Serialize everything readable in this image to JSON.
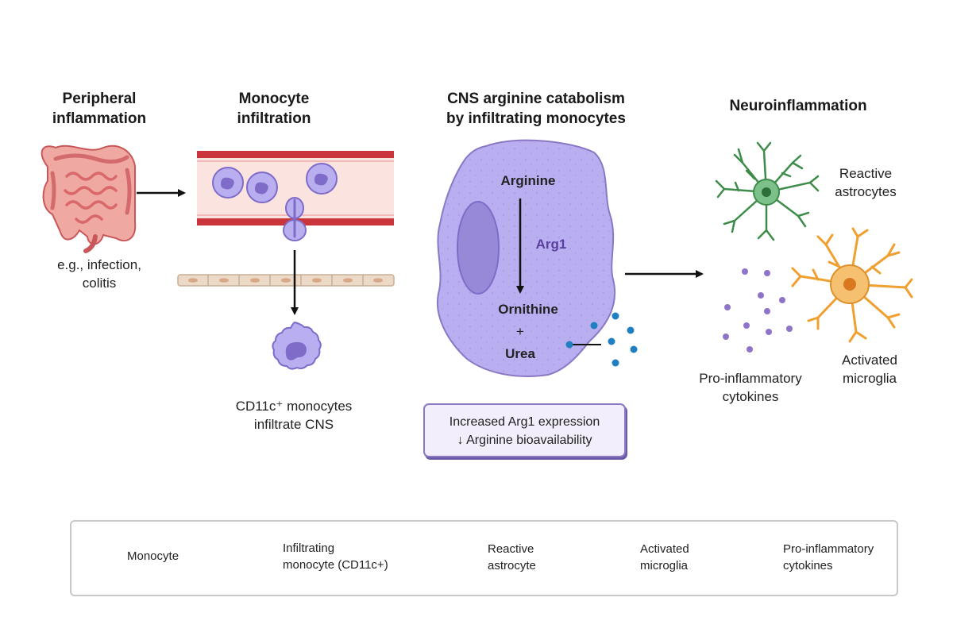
{
  "panels": {
    "peripheral": {
      "title_line1": "Peripheral",
      "title_line2": "inflammation",
      "caption_line1": "e.g., infection,",
      "caption_line2": "colitis"
    },
    "infiltration": {
      "title_line1": "Monocyte",
      "title_line2": "infiltration",
      "caption_line1": "CD11c⁺ monocytes",
      "caption_line2": "infiltrate CNS"
    },
    "catabolism": {
      "title_line1": "CNS arginine catabolism",
      "title_line2": "by infiltrating monocytes",
      "substrate": "Arginine",
      "enzyme": "Arg1",
      "product1": "Ornithine",
      "plus": "+",
      "product2": "Urea",
      "box_line1": "Increased Arg1 expression",
      "box_line2": "↓ Arginine bioavailability"
    },
    "neuroinflammation": {
      "title": "Neuroinflammation",
      "astro_line1": "Reactive",
      "astro_line2": "astrocytes",
      "cyto_line1": "Pro-inflammatory",
      "cyto_line2": "cytokines",
      "micro_line1": "Activated",
      "micro_line2": "microglia"
    }
  },
  "legend": {
    "monocyte": "Monocyte",
    "infiltrating_line1": "Infiltrating",
    "infiltrating_line2": "monocyte (CD11c+)",
    "astrocyte_line1": "Reactive",
    "astrocyte_line2": "astrocyte",
    "microglia_line1": "Activated",
    "microglia_line2": "microglia",
    "cytokines_line1": "Pro-inflammatory",
    "cytokines_line2": "cytokines"
  },
  "colors": {
    "monocyte": "#b9aef0",
    "monocyte_nucleus": "#7e6cc8",
    "intestine": "#e8857f",
    "vessel_wall": "#c9353b",
    "vessel_lumen": "#fbe3e0",
    "astrocyte": "#3e8c4a",
    "microglia": "#f0a030",
    "cytokine_purple": "#8e74c9",
    "cytokine_blue": "#1f7fc0",
    "arrow": "#111111"
  }
}
